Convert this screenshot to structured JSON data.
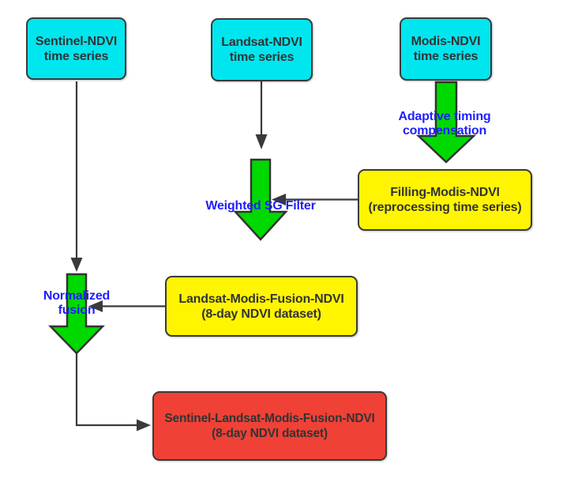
{
  "diagram": {
    "nodes": {
      "sentinel": {
        "line1": "Sentinel-NDVI",
        "line2": "time series"
      },
      "landsat": {
        "line1": "Landsat-NDVI",
        "line2": "time series"
      },
      "modis": {
        "line1": "Modis-NDVI",
        "line2": "time series"
      },
      "filling": {
        "line1": "Filling-Modis-NDVI",
        "line2": "(reprocessing time series)"
      },
      "fusion": {
        "line1": "Landsat-Modis-Fusion-NDVI",
        "line2": "(8-day NDVI dataset)"
      },
      "final": {
        "line1": "Sentinel-Landsat-Modis-Fusion-NDVI",
        "line2": "(8-day NDVI dataset)"
      }
    },
    "arrow_labels": {
      "adaptive": {
        "line1": "Adaptive timing",
        "line2": "compensation"
      },
      "weighted": {
        "line1": "Weighted SG Filter"
      },
      "normalized": {
        "line1": "Normalized",
        "line2": "fusion"
      }
    },
    "colors": {
      "input_fill": "#00e6ef",
      "process_fill": "#fff500",
      "output_fill": "#ef4136",
      "block_arrow_fill": "#00d900",
      "arrow_label_color": "#1e1eff",
      "line_color": "#3a3a3a",
      "node_text_color": "#333333"
    }
  }
}
